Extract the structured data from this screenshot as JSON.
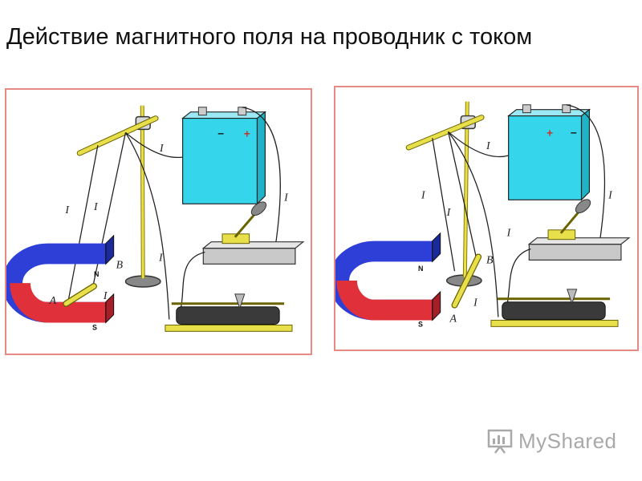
{
  "slide": {
    "title": "Действие магнитного поля на проводник с током"
  },
  "diagram_left": {
    "labels": {
      "current": "I",
      "point_a": "A",
      "point_b": "B",
      "north": "N",
      "south": "S",
      "plus": "+",
      "minus": "−"
    }
  },
  "diagram_right": {
    "labels": {
      "current": "I",
      "point_a": "A",
      "point_b": "B",
      "north": "N",
      "south": "S",
      "plus": "+",
      "minus": "−"
    }
  },
  "colors": {
    "magnet_north": "#2d3fd6",
    "magnet_south": "#e0303a",
    "battery": "#35d6ec",
    "rod": "#e8e04a",
    "frame": "#e88a84"
  },
  "watermark": {
    "icon": "presentation-board-icon",
    "text": "MyShared"
  }
}
